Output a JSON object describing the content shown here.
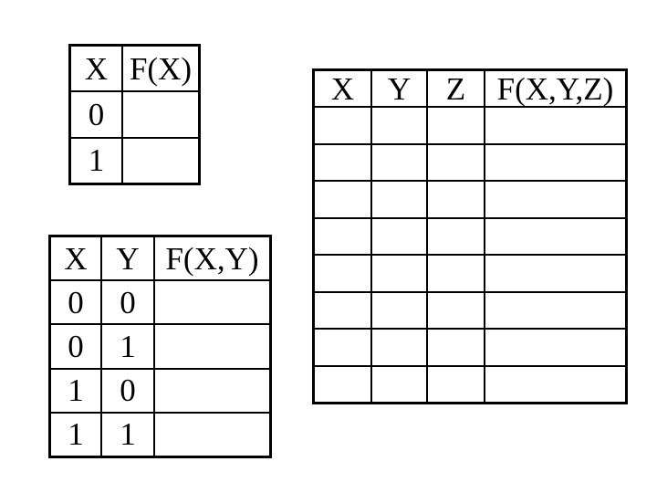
{
  "colors": {
    "background": "#ffffff",
    "line": "#000000",
    "text": "#000000"
  },
  "tables": {
    "one_var": {
      "headers": [
        "X",
        "F(X)"
      ],
      "rows": [
        [
          "0",
          ""
        ],
        [
          "1",
          ""
        ]
      ]
    },
    "two_var": {
      "headers": [
        "X",
        "Y",
        "F(X,Y)"
      ],
      "rows": [
        [
          "0",
          "0",
          ""
        ],
        [
          "0",
          "1",
          ""
        ],
        [
          "1",
          "0",
          ""
        ],
        [
          "1",
          "1",
          ""
        ]
      ]
    },
    "three_var": {
      "headers": [
        "X",
        "Y",
        "Z",
        "F(X,Y,Z)"
      ],
      "rows": [
        [
          "",
          "",
          "",
          ""
        ],
        [
          "",
          "",
          "",
          ""
        ],
        [
          "",
          "",
          "",
          ""
        ],
        [
          "",
          "",
          "",
          ""
        ],
        [
          "",
          "",
          "",
          ""
        ],
        [
          "",
          "",
          "",
          ""
        ],
        [
          "",
          "",
          "",
          ""
        ],
        [
          "",
          "",
          "",
          ""
        ]
      ]
    }
  }
}
